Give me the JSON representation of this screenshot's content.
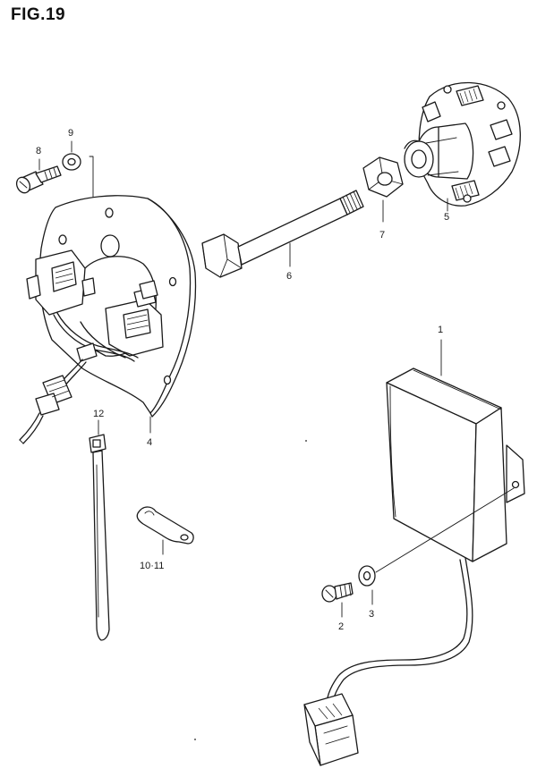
{
  "figure": {
    "title": "FIG.19"
  },
  "callouts": {
    "p1": "1",
    "p2": "2",
    "p3": "3",
    "p4": "4",
    "p5": "5",
    "p6": "6",
    "p7": "7",
    "p8": "8",
    "p9": "9",
    "p10_11": "10·11",
    "p12": "12"
  },
  "colors": {
    "ink": "#1a1a1a",
    "paper": "#ffffff"
  }
}
